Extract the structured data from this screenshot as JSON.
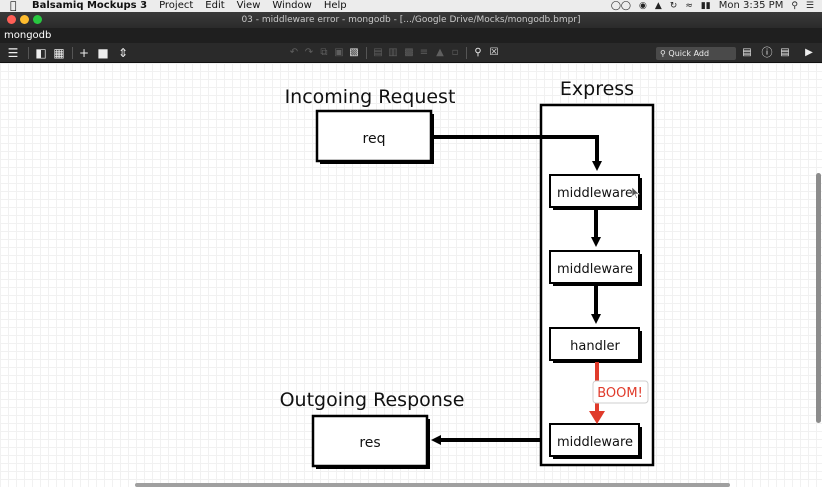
{
  "menubar": {
    "apple_icon": "apple-icon",
    "app_name": "Balsamiq Mockups 3",
    "items": [
      "Project",
      "Edit",
      "View",
      "Window",
      "Help"
    ],
    "clock": "Mon 3:35 PM"
  },
  "window": {
    "title": "03 - middleware error - mongodb - [.../Google Drive/Mocks/mongodb.bmpr]",
    "project_name": "mongodb"
  },
  "toolbar": {
    "quick_add_placeholder": "Quick Add"
  },
  "diagram": {
    "incoming_title": "Incoming Request",
    "outgoing_title": "Outgoing Response",
    "express_title": "Express",
    "req_label": "req",
    "res_label": "res",
    "middleware1_label": "middleware",
    "middleware2_label": "middleware",
    "handler_label": "handler",
    "middleware3_label": "middleware",
    "error_badge": "BOOM!",
    "error_color": "#e03b2b"
  }
}
